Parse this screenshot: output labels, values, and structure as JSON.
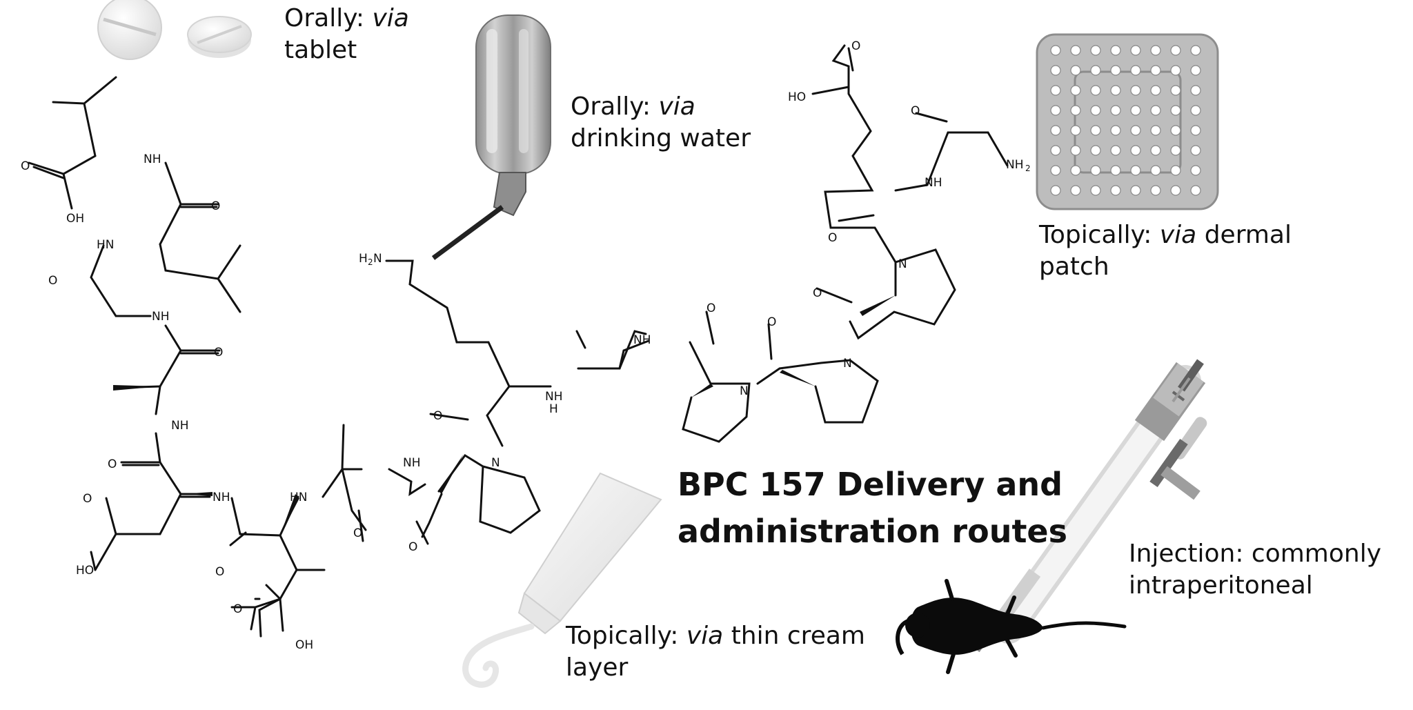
{
  "title": {
    "line1": "BPC 157 Delivery and",
    "line2": "administration routes"
  },
  "routes": [
    {
      "prefix": "Orally: ",
      "emph": "via",
      "line1_rest": "",
      "line2": "tablet",
      "icon": "tablet-icon"
    },
    {
      "prefix": "Orally: ",
      "emph": "via",
      "line1_rest": "",
      "line2": "drinking water",
      "icon": "water-bottle-icon"
    },
    {
      "prefix": "Topically: ",
      "emph": "via",
      "line1_rest": " dermal",
      "line2": "patch",
      "icon": "dermal-patch-icon"
    },
    {
      "prefix": "Topically: ",
      "emph": "via",
      "line1_rest": " thin cream",
      "line2": "layer",
      "icon": "cream-tube-icon"
    },
    {
      "prefix": "Injection: commonly",
      "emph": "",
      "line1_rest": "",
      "line2": "intraperitoneal",
      "icon": "syringe-mouse-icon"
    }
  ],
  "structure_labels": {
    "hooc_glu": "HO",
    "o": "O",
    "nh": "NH",
    "hn": "HN",
    "n": "N",
    "oh": "OH",
    "nh2": "NH",
    "nh2_sub": "2",
    "h2n_h": "H",
    "h2n_sub": "2",
    "h2n_n": "N",
    "h": "H"
  },
  "colors": {
    "ink": "#111111",
    "patch_body": "#b9b9b9",
    "patch_border": "#8a8a8a",
    "bottle": "#a9a9a9",
    "mouse": "#0b0b0b"
  }
}
